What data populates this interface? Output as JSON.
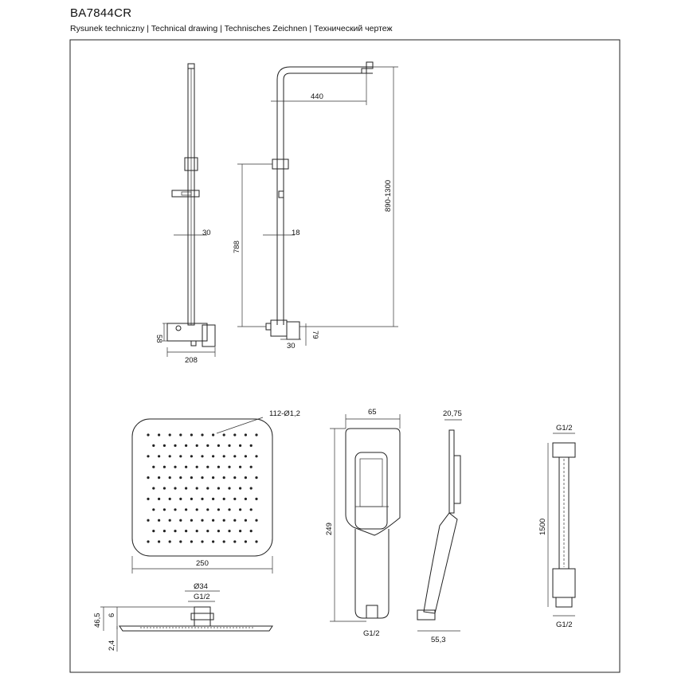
{
  "header": {
    "title": "BA7844CR",
    "subtitle": "Rysunek techniczny | Technical drawing | Technisches Zeichnen | Технический чертеж"
  },
  "dimensions": {
    "d440": "440",
    "d890_1300": "890-1300",
    "d30_top": "30",
    "d18": "18",
    "d788": "788",
    "d58": "58",
    "d208": "208",
    "d30_bottom": "30",
    "d79": "79",
    "d112": "112-Ø1,2",
    "d250": "250",
    "d34": "Ø34",
    "dG12_head": "G1/2",
    "d46_5": "46,5",
    "d6": "6",
    "d2_4": "2,4",
    "d65": "65",
    "d249": "249",
    "dG12_hand": "G1/2",
    "d20_75": "20,75",
    "d55_3": "55,3",
    "dG12_hose_top": "G1/2",
    "d1500": "1500",
    "dG12_hose_bottom": "G1/2"
  }
}
